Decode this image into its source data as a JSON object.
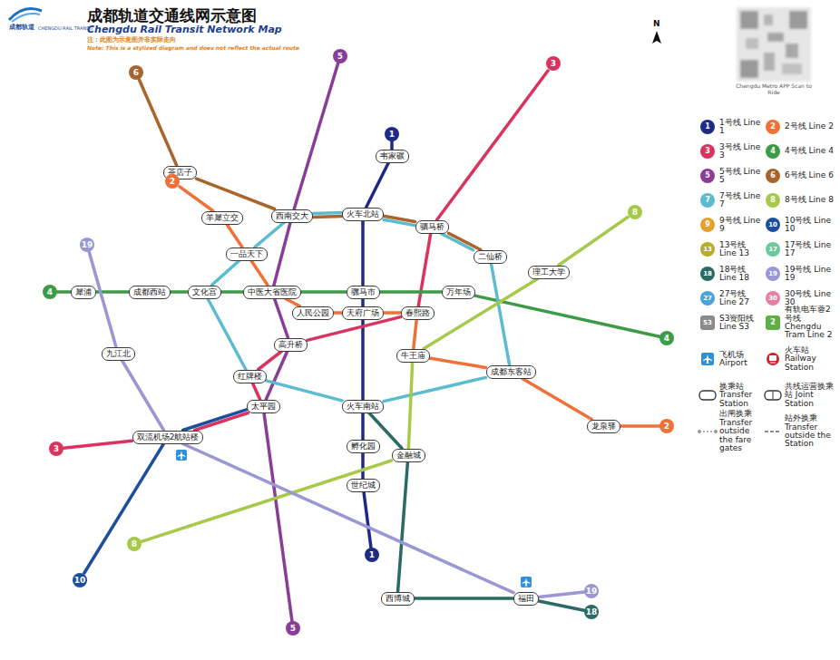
{
  "diagram": {
    "title": "成都轨道交通线网示意图",
    "nodes": [
      {
        "text": [
          "韦家碾"
        ]
      },
      {
        "text": [
          "火车北站"
        ]
      },
      {
        "text": [
          "驷马桥"
        ]
      },
      {
        "text": [
          "西南交大"
        ]
      },
      {
        "text": [
          "羊犀立交"
        ]
      },
      {
        "text": [
          "茶店子"
        ]
      },
      {
        "text": [
          "一品天下"
        ]
      },
      {
        "text": [
          "犀浦"
        ]
      },
      {
        "text": [
          "成都西站"
        ]
      },
      {
        "text": [
          "文化宫"
        ]
      },
      {
        "text": [
          "中医大省医院"
        ]
      },
      {
        "text": [
          "骡马市"
        ]
      },
      {
        "text": [
          "人民公园"
        ]
      },
      {
        "text": [
          "天府广场"
        ]
      },
      {
        "text": [
          "春熙路"
        ]
      },
      {
        "text": [
          "二仙桥"
        ]
      },
      {
        "text": [
          "理工大学"
        ]
      },
      {
        "text": [
          "牛王庙"
        ]
      },
      {
        "text": [
          "成都东客站"
        ]
      },
      {
        "text": [
          "高升桥"
        ]
      },
      {
        "text": [
          "太平园"
        ]
      },
      {
        "text": [
          "火车南站"
        ]
      },
      {
        "text": [
          "双流机场2航站楼"
        ]
      },
      {
        "text": [
          "孵化园"
        ]
      },
      {
        "text": [
          "金融城"
        ]
      },
      {
        "text": [
          "世纪城"
        ]
      },
      {
        "text": [
          "西博城"
        ]
      },
      {
        "text": [
          "福田"
        ]
      },
      {
        "text": [
          "龙泉驿"
        ]
      },
      {
        "text": [
          "九江北"
        ]
      },
      {
        "text": [
          "红牌楼"
        ]
      },
      {
        "text": [
          "万年场"
        ]
      },
      {
        "text": [
          "1"
        ]
      },
      {
        "text": [
          "1"
        ]
      },
      {
        "text": [
          "2"
        ]
      },
      {
        "text": [
          "2"
        ]
      },
      {
        "text": [
          "3"
        ]
      },
      {
        "text": [
          "3"
        ]
      },
      {
        "text": [
          "4"
        ]
      },
      {
        "text": [
          "4"
        ]
      },
      {
        "text": [
          "5"
        ]
      },
      {
        "text": [
          "5"
        ]
      },
      {
        "text": [
          "6"
        ]
      },
      {
        "text": [
          "8"
        ]
      },
      {
        "text": [
          "8"
        ]
      },
      {
        "text": [
          "10"
        ]
      },
      {
        "text": [
          "18"
        ]
      },
      {
        "text": [
          "19"
        ]
      },
      {
        "text": [
          "19"
        ]
      }
    ],
    "edges": [
      {
        "from": 32,
        "to": 0,
        "arrow": "none"
      },
      {
        "from": 0,
        "to": 1,
        "arrow": "none"
      },
      {
        "from": 1,
        "to": 11,
        "arrow": "none"
      },
      {
        "from": 11,
        "to": 13,
        "arrow": "none"
      },
      {
        "from": 13,
        "to": 21,
        "arrow": "none"
      },
      {
        "from": 21,
        "to": 23,
        "arrow": "none"
      },
      {
        "from": 23,
        "to": 25,
        "arrow": "none"
      },
      {
        "from": 25,
        "to": 33,
        "arrow": "none"
      },
      {
        "from": 34,
        "to": 4,
        "arrow": "none"
      },
      {
        "from": 4,
        "to": 6,
        "arrow": "none"
      },
      {
        "from": 6,
        "to": 10,
        "arrow": "none"
      },
      {
        "from": 10,
        "to": 12,
        "arrow": "none"
      },
      {
        "from": 12,
        "to": 13,
        "arrow": "none"
      },
      {
        "from": 13,
        "to": 14,
        "arrow": "none"
      },
      {
        "from": 14,
        "to": 17,
        "arrow": "none"
      },
      {
        "from": 17,
        "to": 18,
        "arrow": "none"
      },
      {
        "from": 18,
        "to": 28,
        "arrow": "none"
      },
      {
        "from": 28,
        "to": 35,
        "arrow": "none"
      },
      {
        "from": 36,
        "to": 2,
        "arrow": "none"
      },
      {
        "from": 2,
        "to": 14,
        "arrow": "none"
      },
      {
        "from": 14,
        "to": 19,
        "arrow": "none"
      },
      {
        "from": 19,
        "to": 30,
        "arrow": "none"
      },
      {
        "from": 30,
        "to": 20,
        "arrow": "none"
      },
      {
        "from": 20,
        "to": 22,
        "arrow": "none"
      },
      {
        "from": 22,
        "to": 37,
        "arrow": "none"
      },
      {
        "from": 38,
        "to": 7,
        "arrow": "none"
      },
      {
        "from": 7,
        "to": 8,
        "arrow": "none"
      },
      {
        "from": 8,
        "to": 9,
        "arrow": "none"
      },
      {
        "from": 9,
        "to": 10,
        "arrow": "none"
      },
      {
        "from": 10,
        "to": 11,
        "arrow": "none"
      },
      {
        "from": 11,
        "to": 31,
        "arrow": "none"
      },
      {
        "from": 31,
        "to": 39,
        "arrow": "none"
      },
      {
        "from": 40,
        "to": 3,
        "arrow": "none"
      },
      {
        "from": 3,
        "to": 10,
        "arrow": "none"
      },
      {
        "from": 10,
        "to": 19,
        "arrow": "none"
      },
      {
        "from": 19,
        "to": 20,
        "arrow": "none"
      },
      {
        "from": 20,
        "to": 41,
        "arrow": "none"
      },
      {
        "from": 42,
        "to": 5,
        "arrow": "none"
      },
      {
        "from": 5,
        "to": 3,
        "arrow": "none"
      },
      {
        "from": 3,
        "to": 1,
        "arrow": "none"
      },
      {
        "from": 1,
        "to": 2,
        "arrow": "none"
      },
      {
        "from": 2,
        "to": 15,
        "arrow": "none"
      },
      {
        "from": 1,
        "to": 2,
        "arrow": "none"
      },
      {
        "from": 2,
        "to": 15,
        "arrow": "none"
      },
      {
        "from": 15,
        "to": 18,
        "arrow": "none"
      },
      {
        "from": 18,
        "to": 21,
        "arrow": "none"
      },
      {
        "from": 21,
        "to": 30,
        "arrow": "none"
      },
      {
        "from": 30,
        "to": 9,
        "arrow": "none"
      },
      {
        "from": 9,
        "to": 6,
        "arrow": "none"
      },
      {
        "from": 6,
        "to": 3,
        "arrow": "none"
      },
      {
        "from": 3,
        "to": 1,
        "arrow": "none"
      },
      {
        "from": 43,
        "to": 16,
        "arrow": "none"
      },
      {
        "from": 16,
        "to": 17,
        "arrow": "none"
      },
      {
        "from": 17,
        "to": 24,
        "arrow": "none"
      },
      {
        "from": 24,
        "to": 44,
        "arrow": "none"
      },
      {
        "from": 20,
        "to": 22,
        "arrow": "none"
      },
      {
        "from": 22,
        "to": 45,
        "arrow": "none"
      },
      {
        "from": 21,
        "to": 24,
        "arrow": "none"
      },
      {
        "from": 24,
        "to": 26,
        "arrow": "none"
      },
      {
        "from": 26,
        "to": 27,
        "arrow": "none"
      },
      {
        "from": 27,
        "to": 46,
        "arrow": "none"
      },
      {
        "from": 47,
        "to": 29,
        "arrow": "none"
      },
      {
        "from": 29,
        "to": 22,
        "arrow": "none"
      },
      {
        "from": 22,
        "to": 27,
        "arrow": "none"
      },
      {
        "from": 27,
        "to": 48,
        "arrow": "none"
      }
    ],
    "labels": [
      "Chengdu Rail Transit Network Map",
      "注：此图为示意图并非实际走向",
      "Note: This is a stylized diagram and does not reflect the actual route",
      "成都轨道",
      "CHENGDU RAIL TRANSIT",
      "N",
      "Chengdu Metro APP Scan to Ride",
      "1",
      "2",
      "3",
      "4",
      "5",
      "6",
      "7",
      "8",
      "9",
      "10",
      "13",
      "17",
      "18",
      "19",
      "27",
      "30",
      "S3",
      "2"
    ],
    "legend": [
      {
        "text": "1号线 Line 1",
        "color": "#1f2a86"
      },
      {
        "text": "2号线 Line 2",
        "color": "#f07138"
      },
      {
        "text": "3号线 Line 3",
        "color": "#d9345f"
      },
      {
        "text": "4号线 Line 4",
        "color": "#3d9a47"
      },
      {
        "text": "5号线 Line 5",
        "color": "#8a3d96"
      },
      {
        "text": "6号线 Line 6",
        "color": "#a8662c"
      },
      {
        "text": "7号线 Line 7",
        "color": "#5bbcd0"
      },
      {
        "text": "8号线 Line 8",
        "color": "#a6c94a"
      },
      {
        "text": "9号线 Line 9",
        "color": "#e3a22c"
      },
      {
        "text": "10号线 Line 10",
        "color": "#1d4f9e"
      },
      {
        "text": "13号线 Line 13",
        "color": "#b8ad2a"
      },
      {
        "text": "17号线 Line 17",
        "color": "#6cc99b"
      },
      {
        "text": "18号线 Line 18",
        "color": "#2b6b66"
      },
      {
        "text": "19号线 Line 19",
        "color": "#9b96d4"
      },
      {
        "text": "27号线 Line 27",
        "color": "#4aa3dd"
      },
      {
        "text": "30号线 Line 30",
        "color": "#e77fa0"
      },
      {
        "text": "S3资阳线 Line S3",
        "color": "#8a8a8a"
      },
      {
        "text": "有轨电车蓉2号线 Chengdu Tram Line 2",
        "color": "#5fae46"
      },
      {
        "text": "飞机场 Airport"
      },
      {
        "text": "火车站 Railway Station"
      },
      {
        "text": "换乘站 Transfer Station"
      },
      {
        "text": "共线运营换乘站 Joint Station"
      },
      {
        "text": "出闸换乘 Transfer outside the fare gates"
      },
      {
        "text": "站外换乘 Transfer outside the Station"
      }
    ]
  }
}
